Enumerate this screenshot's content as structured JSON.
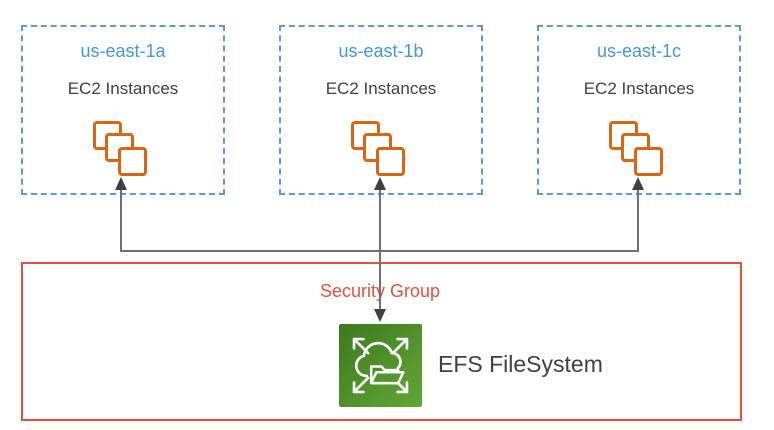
{
  "zones": [
    {
      "name": "us-east-1a",
      "label": "EC2 Instances"
    },
    {
      "name": "us-east-1b",
      "label": "EC2 Instances"
    },
    {
      "name": "us-east-1c",
      "label": "EC2 Instances"
    }
  ],
  "security_group": {
    "label": "Security Group"
  },
  "efs": {
    "label": "EFS FileSystem"
  },
  "connections": [
    {
      "from": "EFS FileSystem",
      "to": "us-east-1a EC2 Instances",
      "style": "arrow-up"
    },
    {
      "from": "EFS FileSystem",
      "to": "us-east-1b EC2 Instances",
      "style": "arrow-both-ends"
    },
    {
      "from": "EFS FileSystem",
      "to": "us-east-1c EC2 Instances",
      "style": "arrow-up"
    }
  ],
  "icons": {
    "ec2": "stacked-instance-squares-icon",
    "efs": "green-cloud-folder-expand-icon"
  },
  "colors": {
    "accent-blue-border": "#5B9BD5",
    "accent-blue-text": "#4697D3",
    "accent-orange": "#D86613",
    "accent-red": "#E2513B",
    "efs-green-1": "#3B7A1E",
    "efs-green-2": "#64A637",
    "line-gray": "#707070",
    "arrow-gray": "#3F4042",
    "text-dark": "#404040"
  }
}
